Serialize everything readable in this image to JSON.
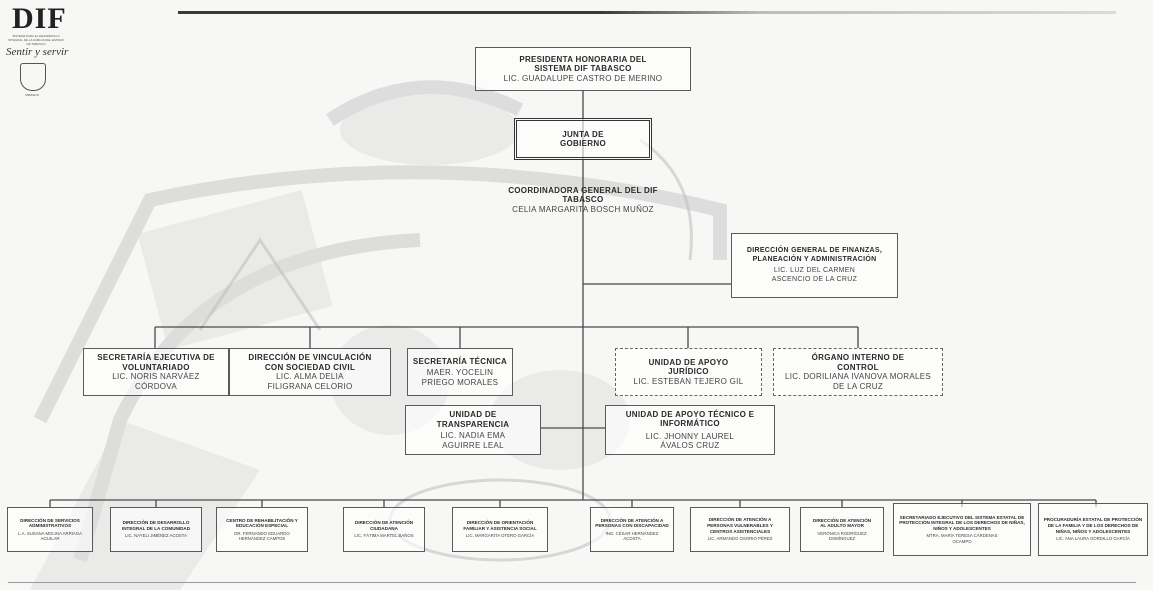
{
  "logo": {
    "brand": "DIF",
    "fine_print": "SISTEMA PARA EL DESARROLLO INTEGRAL DE LA FAMILIA DEL ESTADO DE TABASCO",
    "slogan": "Sentir y servir",
    "seal_label": "TABASCO"
  },
  "nodes": {
    "presidenta": {
      "title": "PRESIDENTA HONORARIA DEL SISTEMA DIF TABASCO",
      "name": "LIC. GUADALUPE CASTRO DE MERINO"
    },
    "junta": {
      "title": "JUNTA DE GOBIERNO",
      "name": ""
    },
    "coordinadora": {
      "title": "COORDINADORA GENERAL DEL DIF TABASCO",
      "name": "CELIA MARGARITA BOSCH MUÑOZ"
    },
    "finanzas": {
      "title": "DIRECCIÓN GENERAL DE FINANZAS, PLANEACIÓN Y ADMINISTRACIÓN",
      "name": "LIC. LUZ DEL CARMEN ASCENCIO DE LA CRUZ"
    },
    "voluntariado": {
      "title": "SECRETARÍA EJECUTIVA DE VOLUNTARIADO",
      "name": "LIC. NORIS NARVÁEZ CÓRDOVA"
    },
    "vinculacion": {
      "title": "DIRECCIÓN DE VINCULACIÓN CON SOCIEDAD CIVIL",
      "name": "LIC. ALMA DELIA FILIGRANA CELORIO"
    },
    "tecnica": {
      "title": "SECRETARÍA TÉCNICA",
      "name": "MAER. YOCELIN PRIEGO MORALES"
    },
    "juridico": {
      "title": "UNIDAD DE APOYO JURÍDICO",
      "name": "LIC. ESTEBAN TEJERO GIL"
    },
    "control": {
      "title": "ÓRGANO INTERNO DE CONTROL",
      "name": "LIC. DORILIANA IVANOVA MORALES DE LA CRUZ"
    },
    "transparencia": {
      "title": "UNIDAD DE TRANSPARENCIA",
      "name": "LIC. NADIA EMA AGUIRRE LEAL"
    },
    "informatico": {
      "title": "UNIDAD DE APOYO TÉCNICO E INFORMÁTICO",
      "name": "LIC. JHONNY LAUREL ÁVALOS CRUZ"
    },
    "d1": {
      "title": "DIRECCIÓN DE SERVICIOS ADMINISTRATIVOS",
      "name": "L.A. SUSANA MOLINA ARRIAGA AGUILAR"
    },
    "d2": {
      "title": "DIRECCIÓN DE DESARROLLO INTEGRAL DE LA COMUNIDAD",
      "name": "LIC. NAYELI JIMÉNEZ ACOSTA"
    },
    "d3": {
      "title": "CENTRO DE REHABILITACIÓN Y EDUCACIÓN ESPECIAL",
      "name": "DR. FERNANDO EDUARDO HERNÁNDEZ CAMPOS"
    },
    "d4": {
      "title": "DIRECCIÓN DE ATENCIÓN CIUDADANA",
      "name": "LIC. FÁTIMA MARTEL BAÑOS"
    },
    "d5": {
      "title": "DIRECCIÓN DE ORIENTACIÓN FAMILIAR Y ASISTENCIA SOCIAL",
      "name": "LIC. MARGARITA OTERO GARCÍA"
    },
    "d6": {
      "title": "DIRECCIÓN DE ATENCIÓN A PERSONAS CON DISCAPACIDAD",
      "name": "ING. CÉSAR HERNÁNDEZ ACOSTA"
    },
    "d7": {
      "title": "DIRECCIÓN DE ATENCIÓN A PERSONAS VULNERABLES Y CENTROS ASISTENCIALES",
      "name": "LIC. ARMANDO OSORIO PÉREZ"
    },
    "d8": {
      "title": "DIRECCIÓN DE ATENCIÓN AL ADULTO MAYOR",
      "name": "VERÓNICA RODRÍGUEZ DOMÍNGUEZ"
    },
    "d9": {
      "title": "SECRETARIADO EJECUTIVO DEL SISTEMA ESTATAL DE PROTECCIÓN INTEGRAL DE LOS DERECHOS DE NIÑAS, NIÑOS Y ADOLESCENTES",
      "name": "MTRA. MARÍA TERESA CÁRDENAS OCAMPO"
    },
    "d10": {
      "title": "PROCURADURÍA ESTATAL DE PROTECCIÓN DE LA FAMILIA Y DE LOS DERECHOS DE NIÑAS, NIÑOS Y ADOLESCENTES",
      "name": "LIC. ANA LAURA GORDILLO GARCÍA"
    }
  }
}
